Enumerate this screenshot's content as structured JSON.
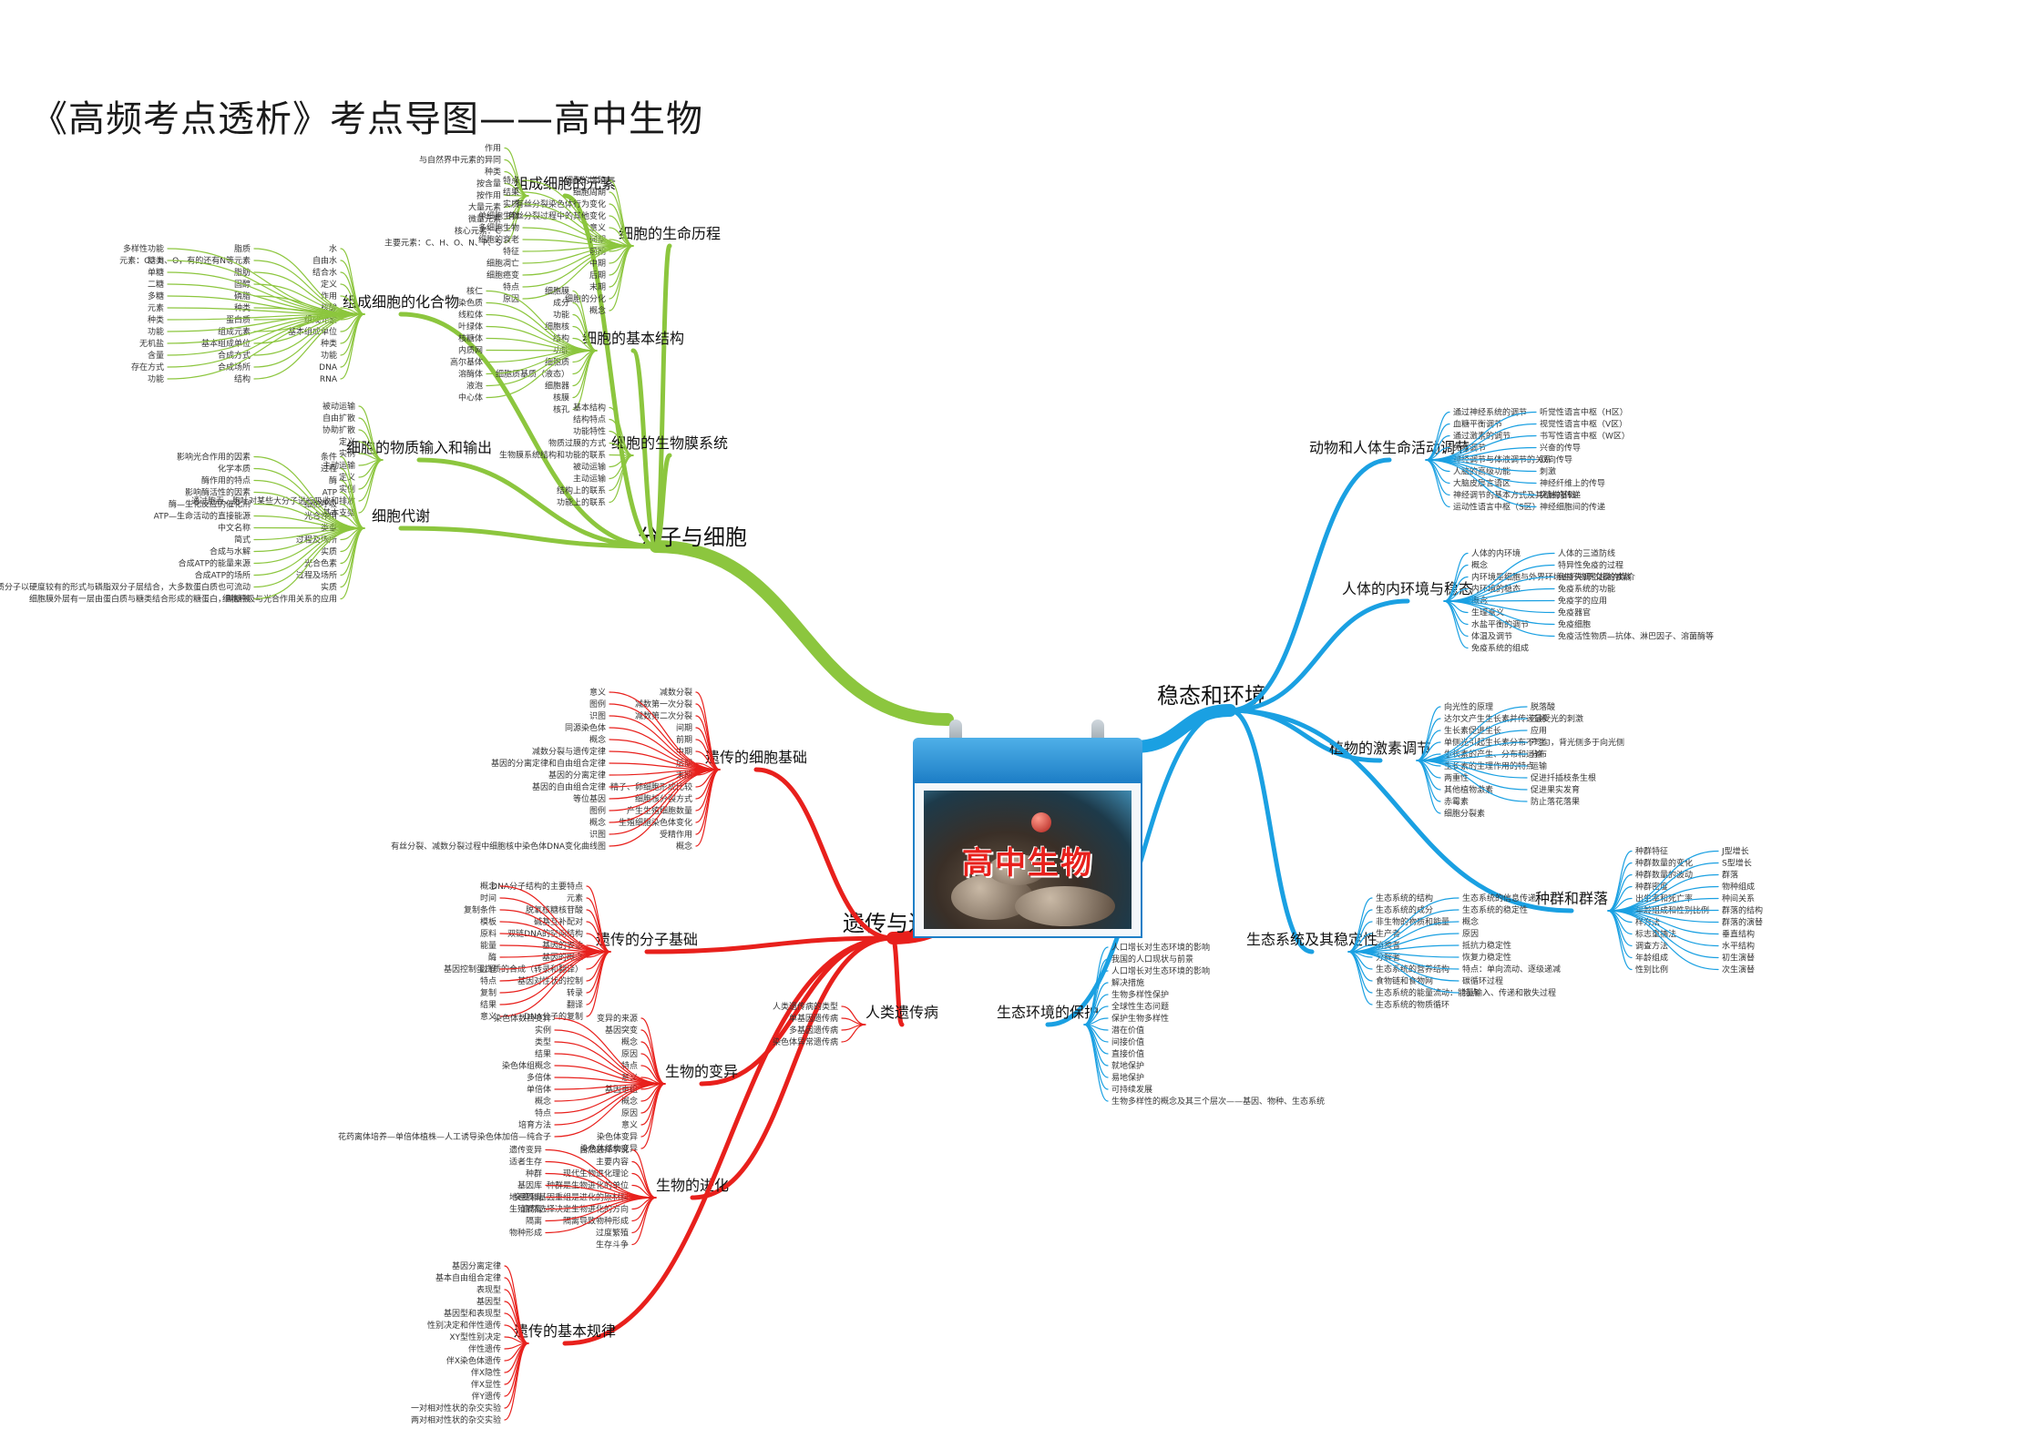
{
  "title": "《高频考点透析》考点导图——高中生物",
  "center": {
    "label": "高中生物"
  },
  "colors": {
    "green": "#8cc63e",
    "red": "#e8201c",
    "blue": "#1aa0e2",
    "text": "#222222"
  },
  "branches": [
    {
      "label": "分子与细胞",
      "color": "green",
      "subs": [
        {
          "label": "组成细胞的元素",
          "items": [
            "作用",
            "与自然界中元素的异同",
            "种类",
            "按含量",
            "按作用",
            "大量元素",
            "微量元素",
            "核心元素：C",
            "主要元素：C、H、O、N、P、S"
          ]
        },
        {
          "label": "组成细胞的化合物",
          "items": [
            "水",
            "自由水",
            "结合水",
            "定义",
            "作用",
            "核酸",
            "组成元素",
            "基本组成单位",
            "种类",
            "功能",
            "DNA",
            "RNA",
            "脂质",
            "元素：C、H、O，有的还有N等元素",
            "脂肪",
            "固醇",
            "磷脂",
            "种类",
            "蛋白质",
            "组成元素",
            "基本组成单位",
            "合成方式",
            "合成场所",
            "结构",
            "多样性功能",
            "糖类",
            "单糖",
            "二糖",
            "多糖",
            "元素",
            "种类",
            "功能",
            "无机盐",
            "含量",
            "存在方式",
            "功能"
          ]
        },
        {
          "label": "细胞的物质输入和输出",
          "items": [
            "被动运输",
            "自由扩散",
            "协助扩散",
            "定义",
            "实例",
            "主动运输",
            "定义",
            "实例",
            "通过胞吞、胞吐对某些大分子进行吸收和排放",
            "基本支架"
          ]
        },
        {
          "label": "细胞的生命历程",
          "items": [
            "细胞的增殖",
            "细胞周期",
            "有丝分裂染色体行为变化",
            "有丝分裂过程中的其他变化",
            "意义",
            "间期",
            "前期",
            "中期",
            "后期",
            "末期",
            "细胞的分化",
            "概念",
            "特点",
            "结果",
            "实质",
            "单细胞生物",
            "多细胞生物",
            "细胞的衰老",
            "特征",
            "细胞凋亡",
            "细胞癌变",
            "特点",
            "原因"
          ]
        },
        {
          "label": "细胞的基本结构",
          "items": [
            "细胞膜",
            "成分",
            "功能",
            "细胞核",
            "结构",
            "功能",
            "细胞质",
            "细胞质基质（液态）",
            "细胞器",
            "核膜",
            "核孔",
            "核仁",
            "染色质",
            "线粒体",
            "叶绿体",
            "核糖体",
            "内质网",
            "高尔基体",
            "溶酶体",
            "液泡",
            "中心体"
          ]
        },
        {
          "label": "细胞的生物膜系统",
          "items": [
            "基本结构",
            "结构特点",
            "功能特性",
            "物质过膜的方式",
            "生物膜系统结构和功能的联系",
            "被动运输",
            "主动运输",
            "结构上的联系",
            "功能上的联系"
          ]
        },
        {
          "label": "细胞代谢",
          "items": [
            "条件",
            "过程",
            "酶",
            "ATP",
            "细胞呼吸",
            "光合作用",
            "类型",
            "过程及场所",
            "实质",
            "光合色素",
            "过程及场所",
            "实质",
            "细胞呼吸与光合作用关系的应用",
            "影响光合作用的因素",
            "化学本质",
            "酶作用的特点",
            "影响酶活性的因素",
            "酶—生化反应的催化剂",
            "ATP—生命活动的直接能源",
            "中文名称",
            "简式",
            "合成与水解",
            "合成ATP的能量来源",
            "合成ATP的场所",
            "蛋白质分子以硬度较有的形式与磷脂双分子层结合，大多数蛋白质也可流动",
            "细胞膜外层有一层由蛋白质与糖类结合形成的糖蛋白，叫糖被"
          ]
        }
      ]
    },
    {
      "label": "遗传与进化",
      "color": "red",
      "subs": [
        {
          "label": "遗传的细胞基础",
          "items": [
            "减数分裂",
            "减数第一次分裂",
            "减数第二次分裂",
            "间期",
            "前期",
            "中期",
            "后期",
            "末期",
            "精子、卵细胞形成比较",
            "细胞核分裂方式",
            "产生生殖细胞数量",
            "生殖细胞染色体变化",
            "受精作用",
            "概念",
            "意义",
            "图例",
            "识图",
            "同源染色体",
            "概念",
            "减数分裂与遗传定律",
            "基因的分离定律和自由组合定律",
            "基因的分离定律",
            "基因的自由组合定律",
            "等位基因",
            "图例",
            "概念",
            "识图",
            "有丝分裂、减数分裂过程中细胞核中染色体DNA变化曲线图"
          ]
        },
        {
          "label": "遗传的分子基础",
          "items": [
            "DNA分子结构的主要特点",
            "元素",
            "脱氧核糖核苷酸",
            "碱基互补配对",
            "双链DNA的空间结构",
            "基因的表达",
            "基因的概念",
            "基因控制蛋白质的合成（转录和翻译）",
            "基因对性状的控制",
            "转录",
            "翻译",
            "DNA分子的复制",
            "概念",
            "时间",
            "复制条件",
            "模板",
            "原料",
            "能量",
            "酶",
            "过程",
            "特点",
            "复制",
            "结果",
            "意义"
          ]
        },
        {
          "label": "生物的变异",
          "items": [
            "变异的来源",
            "基因突变",
            "概念",
            "原因",
            "特点",
            "意义",
            "基因重组",
            "概念",
            "原因",
            "意义",
            "染色体变异",
            "染色体结构变异",
            "染色体数目变异",
            "实例",
            "类型",
            "结果",
            "染色体组概念",
            "多倍体",
            "单倍体",
            "概念",
            "特点",
            "培育方法",
            "花药离体培养—单倍体植株—人工诱导染色体加倍—纯合子"
          ]
        },
        {
          "label": "生物的进化",
          "items": [
            "自然选择学说",
            "主要内容",
            "现代生物进化理论",
            "种群是生物进化的单位",
            "突变和基因重组是进化的原材料",
            "自然选择决定生物进化的方向",
            "隔离导致物种形成",
            "过度繁殖",
            "生存斗争",
            "遗传变异",
            "适者生存",
            "种群",
            "基因库",
            "地理隔离",
            "生殖隔离",
            "隔离",
            "物种形成"
          ]
        },
        {
          "label": "遗传的基本规律",
          "items": [
            "基因分离定律",
            "基本自由组合定律",
            "表现型",
            "基因型",
            "基因型和表现型",
            "性别决定和伴性遗传",
            "XY型性别决定",
            "伴性遗传",
            "伴X染色体遗传",
            "伴X隐性",
            "伴X显性",
            "伴Y遗传",
            "一对相对性状的杂交实验",
            "两对相对性状的杂交实验"
          ]
        },
        {
          "label": "人类遗传病",
          "items": [
            "人类遗传病的类型",
            "单基因遗传病",
            "多基因遗传病",
            "染色体异常遗传病"
          ]
        }
      ]
    },
    {
      "label": "稳态和环境",
      "color": "blue",
      "subs": [
        {
          "label": "动物和人体生命活动调节",
          "items": [
            "通过神经系统的调节",
            "血糖平衡调节",
            "通过激素的调节",
            "免疫调节",
            "神经调节与体液调节的关系",
            "人脑的高级功能",
            "大脑皮层言语区",
            "神经调节的基本方式及其结构基础",
            "运动性语言中枢（S区）",
            "听觉性语言中枢（H区）",
            "视觉性语言中枢（V区）",
            "书写性语言中枢（W区）",
            "兴奋的传导",
            "双向传导",
            "刺激",
            "神经纤维上的传导",
            "突触的传递",
            "神经细胞间的传递"
          ]
        },
        {
          "label": "人体的内环境与稳态",
          "items": [
            "人体的内环境",
            "概念",
            "内环境是细胞与外界环境进行物质交换的媒介",
            "内环境的稳态",
            "概念",
            "生理意义",
            "水盐平衡的调节",
            "体温及调节",
            "免疫系统的组成",
            "人体的三道防线",
            "特异性免疫的过程",
            "免疫失调引起的疾病",
            "免疫系统的功能",
            "免疫学的应用",
            "免疫器官",
            "免疫细胞",
            "免疫活性物质—抗体、淋巴因子、溶菌酶等"
          ]
        },
        {
          "label": "植物的激素调节",
          "items": [
            "向光性的原理",
            "达尔文产生生长素并传递最受光的刺激",
            "生长素促进生长",
            "单侧光引起生长素分布不均匀，背光侧多于向光侧",
            "生长素的产生、分布和运输",
            "生长素的生理作用的特点",
            "两重性",
            "其他植物激素",
            "赤霉素",
            "细胞分裂素",
            "脱落酸",
            "乙烯",
            "应用",
            "产生",
            "分布",
            "运输",
            "促进扦插枝条生根",
            "促进果实发育",
            "防止落花落果"
          ]
        },
        {
          "label": "种群和群落",
          "items": [
            "种群特征",
            "种群数量的变化",
            "种群数量的波动",
            "种群密度",
            "出生率和死亡率",
            "年龄组成和性别比例",
            "样方法",
            "标志重捕法",
            "调查方法",
            "年龄组成",
            "性别比例",
            "J型增长",
            "S型增长",
            "群落",
            "物种组成",
            "种间关系",
            "群落的结构",
            "群落的演替",
            "垂直结构",
            "水平结构",
            "初生演替",
            "次生演替"
          ]
        },
        {
          "label": "生态系统及其稳定性",
          "items": [
            "生态系统的结构",
            "生态系统的成分",
            "非生物的物质和能量",
            "生产者",
            "消费者",
            "分解者",
            "生态系统的营养结构",
            "食物链和食物网",
            "生态系统的能量流动：能量输入、传递和散失过程",
            "生态系统的物质循环",
            "生态系统的信息传递",
            "生态系统的稳定性",
            "概念",
            "原因",
            "抵抗力稳定性",
            "恢复力稳定性",
            "特点：单向流动、逐级递减",
            "碳循环过程",
            "特点"
          ]
        },
        {
          "label": "生态环境的保护",
          "items": [
            "人口增长对生态环境的影响",
            "我国的人口现状与前景",
            "人口增长对生态环境的影响",
            "解决措施",
            "生物多样性保护",
            "全球性生态问题",
            "保护生物多样性",
            "潜在价值",
            "间接价值",
            "直接价值",
            "就地保护",
            "易地保护",
            "可持续发展",
            "生物多样性的概念及其三个层次——基因、物种、生态系统"
          ]
        }
      ]
    }
  ]
}
